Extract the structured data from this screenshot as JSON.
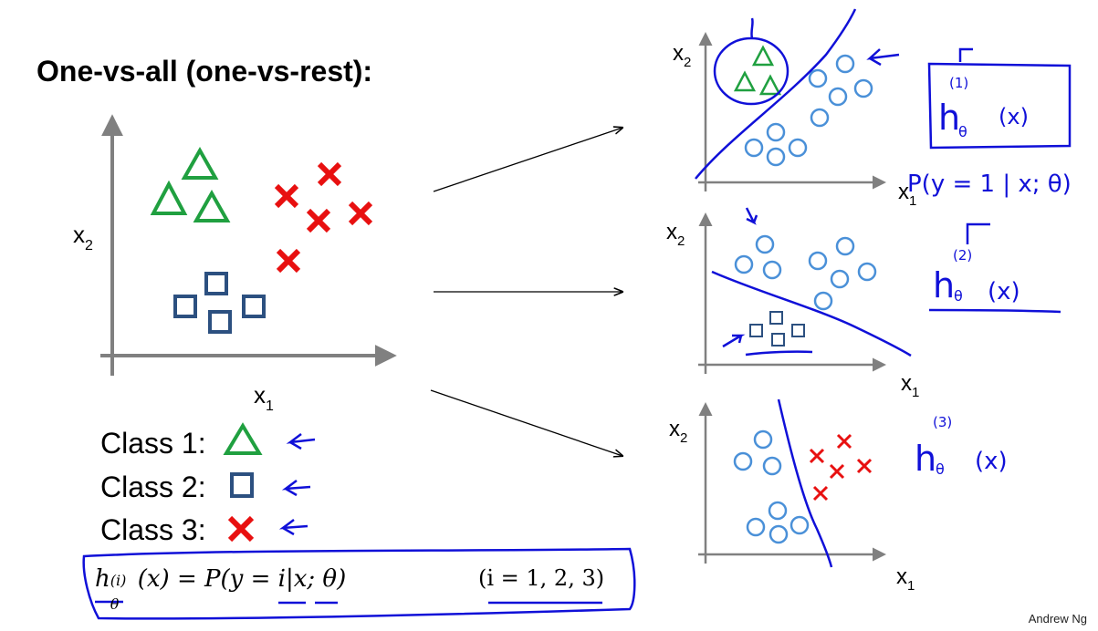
{
  "title": "One-vs-all (one-vs-rest):",
  "main_plot": {
    "xlabel": "x",
    "xsub": "1",
    "ylabel": "x",
    "ysub": "2"
  },
  "classes": [
    {
      "label": "Class 1:",
      "marker": "triangle-icon",
      "color": "#20a040"
    },
    {
      "label": "Class 2:",
      "marker": "square-icon",
      "color": "#2c5080"
    },
    {
      "label": "Class 3:",
      "marker": "cross-icon",
      "color": "#e81010"
    }
  ],
  "formula": {
    "h": "h",
    "h_sup": "(i)",
    "h_sub": "θ",
    "rest": "(x) = P(y = i|x; θ)",
    "range": "(i = 1, 2, 3)"
  },
  "subplots": [
    {
      "xlabel": "x",
      "xsub": "1",
      "ylabel": "x",
      "ysub": "2",
      "note_sup": "(1)",
      "note_h": "h",
      "note_theta": "θ",
      "note_x": "(x)",
      "note_prob": "P(y = 1 | x; θ)"
    },
    {
      "xlabel": "x",
      "xsub": "1",
      "ylabel": "x",
      "ysub": "2",
      "note_sup": "(2)",
      "note_h": "h",
      "note_theta": "θ",
      "note_x": "(x)"
    },
    {
      "xlabel": "x",
      "xsub": "1",
      "ylabel": "x",
      "ysub": "2",
      "note_sup": "(3)",
      "note_h": "h",
      "note_theta": "θ",
      "note_x": "(x)"
    }
  ],
  "colors": {
    "triangle": "#20a040",
    "square": "#2c5080",
    "cross": "#e81010",
    "circle": "#4a90d8",
    "ink": "#1010d8",
    "axis": "#808080"
  },
  "footer": "Andrew Ng"
}
